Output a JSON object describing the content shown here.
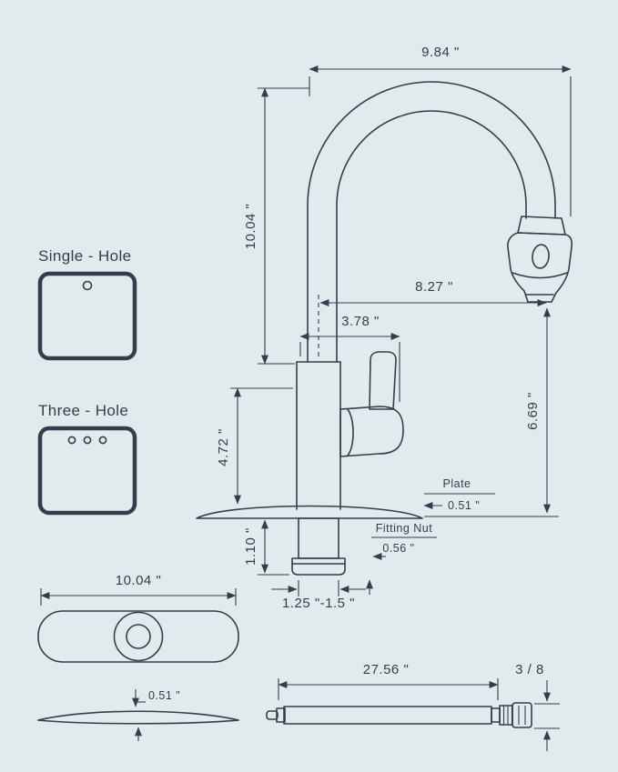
{
  "colors": {
    "background": "#e1ebed",
    "ink": "#333e4c"
  },
  "faucet": {
    "spout_width": "9.84 \"",
    "overall_height": "10.04 \"",
    "spout_reach": "8.27 \"",
    "handle_span": "3.78 \"",
    "spout_height": "6.69 \"",
    "body_height": "4.72 \"",
    "shank_height": "1.10 \"",
    "plate_label": "Plate",
    "plate_thickness": "0.51 \"",
    "fitting_nut_label": "Fitting Nut",
    "fitting_nut_size": "0.56 \"",
    "hole_size_range": "1.25 \"-1.5 \""
  },
  "installation": {
    "single_hole_label": "Single - Hole",
    "three_hole_label": "Three - Hole"
  },
  "deck_plate": {
    "width": "10.04 \"",
    "thickness": "0.51 \""
  },
  "hose": {
    "length": "27.56 \"",
    "fitting_size": "3 / 8"
  }
}
